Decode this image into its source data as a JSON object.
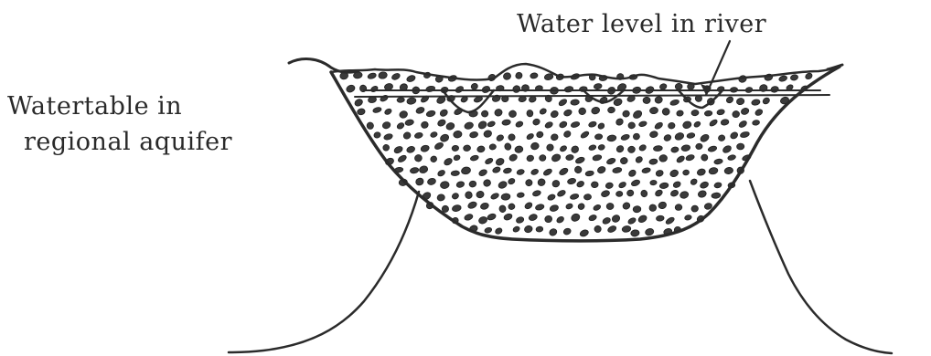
{
  "labels": {
    "water_level": "Water level in river",
    "watertable_line1": "Watertable in",
    "watertable_line2": "regional aquifer"
  },
  "colors": {
    "ink": "#2b2b2b",
    "background": "#ffffff"
  }
}
